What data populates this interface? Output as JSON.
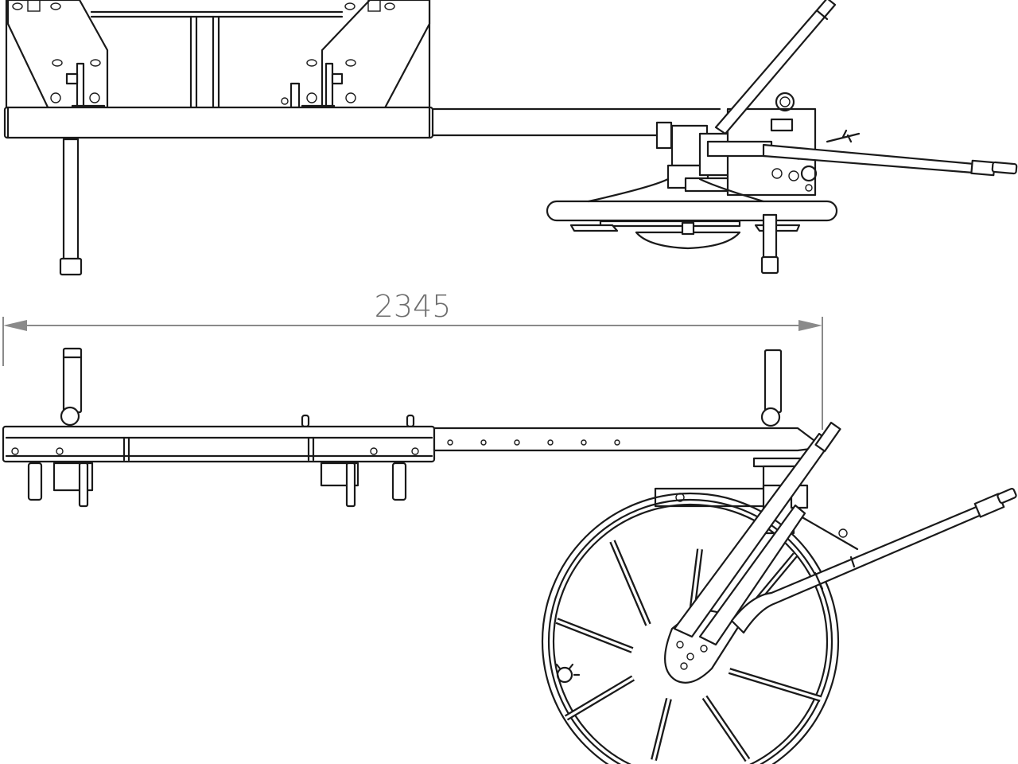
{
  "drawing": {
    "type": "technical line drawing",
    "subject": "trailed implement frame with wheel, two orthographic views",
    "views": [
      {
        "name": "top-view",
        "position": "upper"
      },
      {
        "name": "side-view",
        "position": "lower"
      }
    ],
    "dimension": {
      "label": "2345",
      "orientation": "horizontal",
      "color": "#8a8a8a"
    },
    "line_color": "#1a1a1a",
    "background": "#ffffff"
  }
}
